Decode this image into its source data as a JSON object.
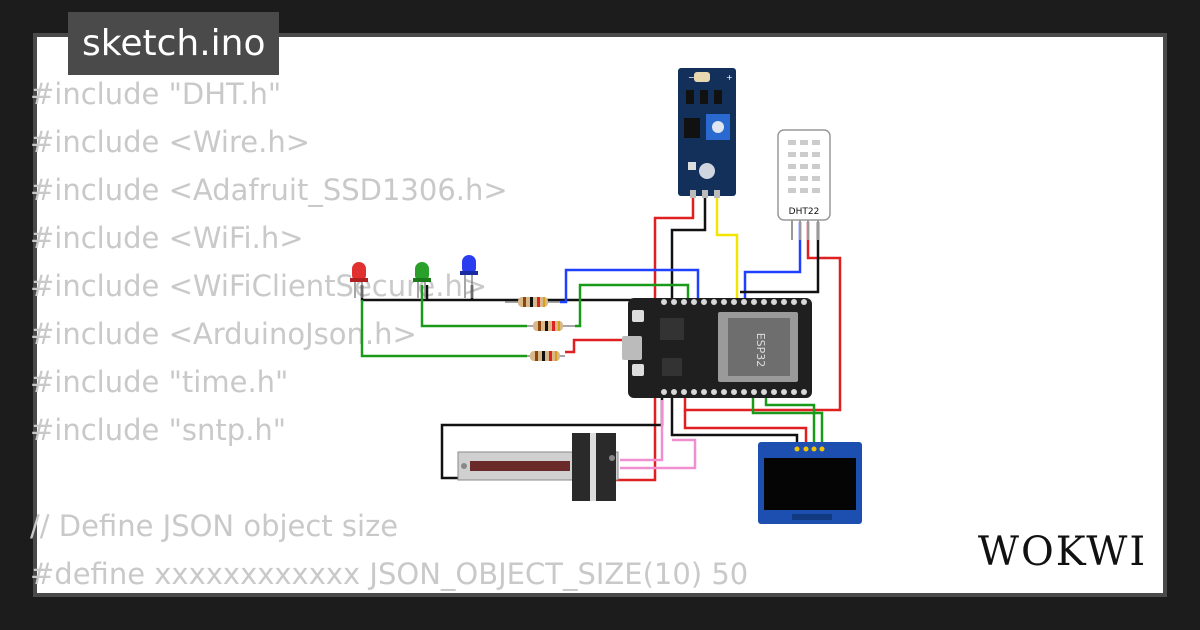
{
  "file_tab": {
    "label": "sketch.ino"
  },
  "code_lines": [
    "#include \"DHT.h\"",
    "#include <Wire.h>",
    "#include <Adafruit_SSD1306.h>",
    "#include <WiFi.h>",
    "#include <WiFiClientSecure.h>",
    "#include <ArduinoJson.h>",
    "#include \"time.h\"",
    "#include \"sntp.h\"",
    "",
    "// Define JSON object size",
    "#define xxxxxxxxxxxx JSON_OBJECT_SIZE(10) 50"
  ],
  "esp32": {
    "label": "ESP32"
  },
  "dht22": {
    "label": "DHT22"
  },
  "brand": {
    "label": "WOKWI"
  },
  "colors": {
    "wire_red": "#e02020",
    "wire_black": "#111111",
    "wire_yellow": "#f2e600",
    "wire_blue": "#2040ff",
    "wire_green": "#1a9a1a",
    "wire_pink": "#f090d0",
    "board": "#1f1f1f",
    "sensor_board": "#12305a",
    "oled_board": "#1d4fb0"
  }
}
